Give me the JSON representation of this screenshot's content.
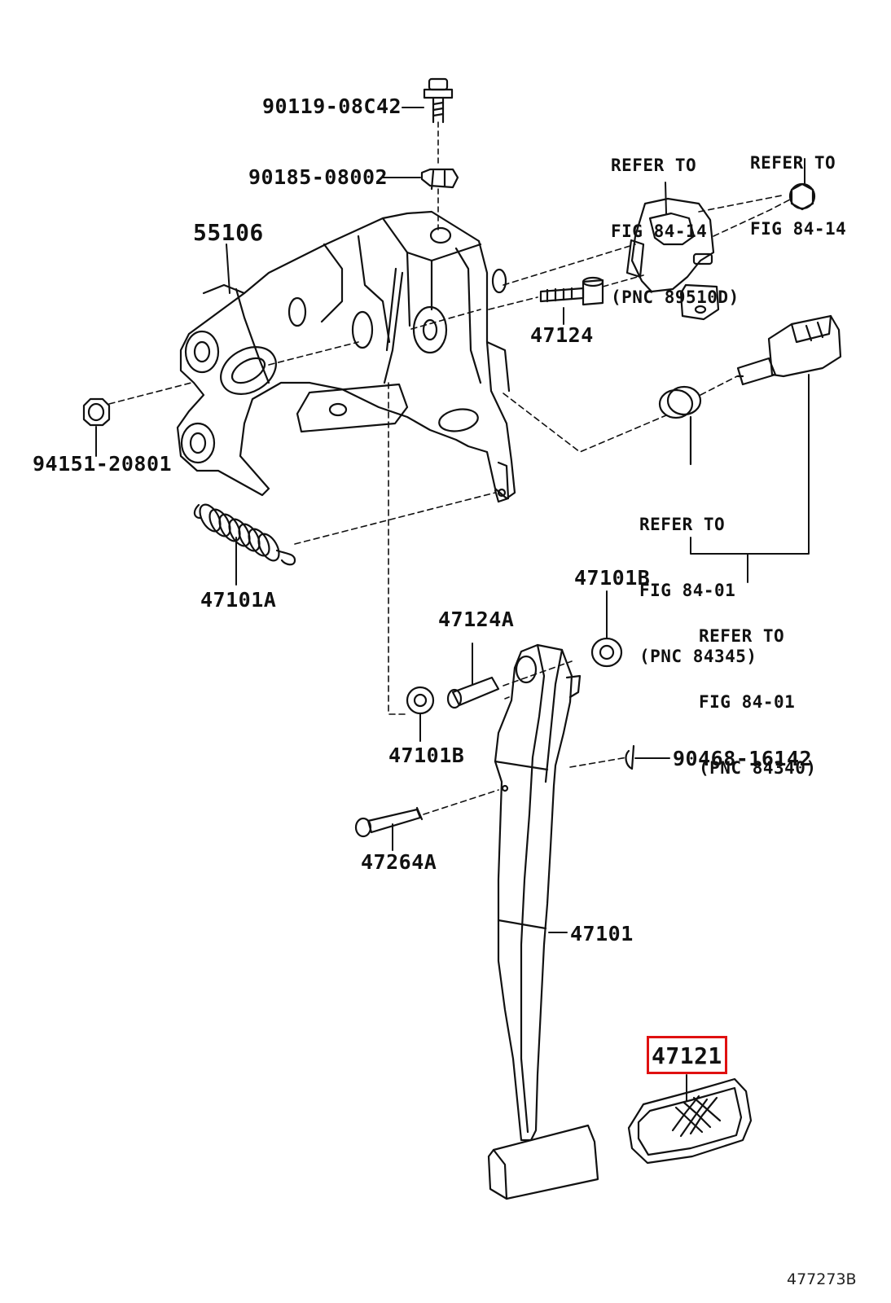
{
  "diagram": {
    "figure_number": "477273B",
    "highlight_color": "#e01010",
    "parts": {
      "p90119": "90119-08C42",
      "p90185": "90185-08002",
      "p55106": "55106",
      "p47124": "47124",
      "p94151": "94151-20801",
      "p47101A": "47101A",
      "p47101B_top": "47101B",
      "p47124A": "47124A",
      "p47101B_low": "47101B",
      "p90468": "90468-16142",
      "p47264A": "47264A",
      "p47101": "47101",
      "p47121": "47121"
    },
    "refs": {
      "r1": [
        "REFER TO",
        "FIG 84-14",
        "(PNC 89510D)"
      ],
      "r2": [
        "REFER TO",
        "FIG 84-14"
      ],
      "r3": [
        "REFER TO",
        "FIG 84-01",
        "(PNC 84345)"
      ],
      "r4": [
        "REFER TO",
        "FIG 84-01",
        "(PNC 84340)"
      ]
    }
  }
}
